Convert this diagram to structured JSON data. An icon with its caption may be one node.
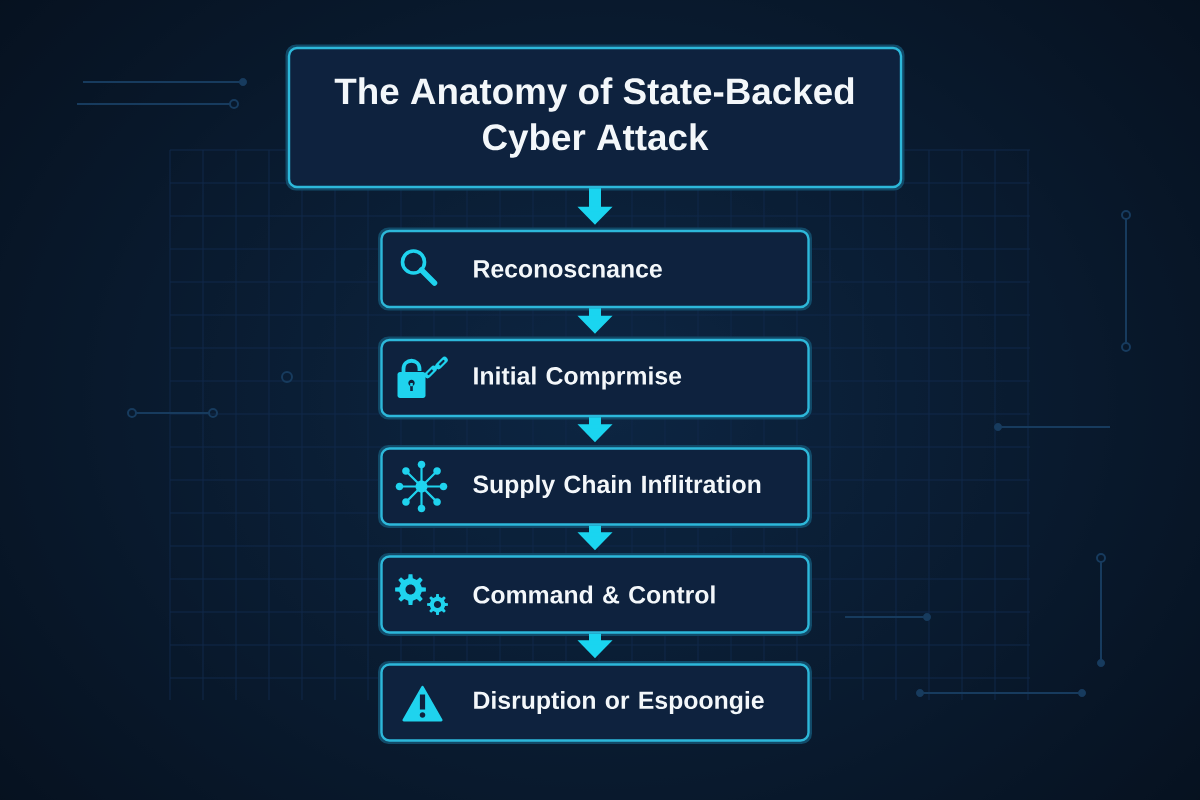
{
  "diagram": {
    "nodes": [
      {
        "text": [
          "The Anatomy of State-Backed Cyber Attack"
        ]
      },
      {
        "text": [
          "Reconoscnance"
        ]
      },
      {
        "text": [
          "Initial Comprmise"
        ]
      },
      {
        "text": [
          "Supply Chain Inflitration"
        ]
      },
      {
        "text": [
          "Command & Control"
        ]
      },
      {
        "text": [
          "Disruption or Espoongie"
        ]
      }
    ],
    "edges": [
      {
        "from": 0,
        "to": 1,
        "arrow": "to"
      },
      {
        "from": 1,
        "to": 2,
        "arrow": "to"
      },
      {
        "from": 2,
        "to": 3,
        "arrow": "to"
      },
      {
        "from": 3,
        "to": 4,
        "arrow": "to"
      },
      {
        "from": 4,
        "to": 5,
        "arrow": "to"
      }
    ]
  }
}
